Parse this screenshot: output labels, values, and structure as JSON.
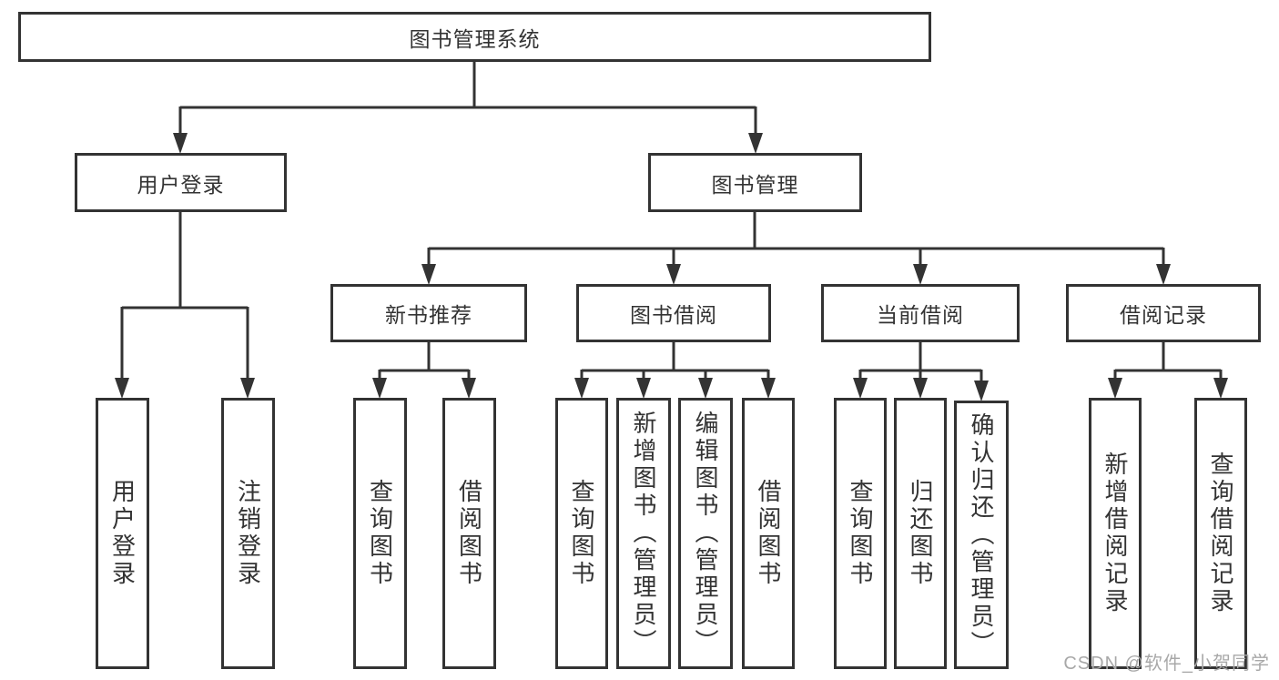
{
  "diagram": {
    "root": {
      "label": "图书管理系统"
    },
    "level2": [
      {
        "label": "用户登录"
      },
      {
        "label": "图书管理"
      }
    ],
    "level3": [
      {
        "label": "新书推荐"
      },
      {
        "label": "图书借阅"
      },
      {
        "label": "当前借阅"
      },
      {
        "label": "借阅记录"
      }
    ],
    "leaves": [
      {
        "label": "用户登录"
      },
      {
        "label": "注销登录"
      },
      {
        "label": "查询图书"
      },
      {
        "label": "借阅图书"
      },
      {
        "label": "查询图书"
      },
      {
        "label": "新增图书（管理员）"
      },
      {
        "label": "编辑图书（管理员）"
      },
      {
        "label": "借阅图书"
      },
      {
        "label": "查询图书"
      },
      {
        "label": "归还图书"
      },
      {
        "label": "确认归还（管理员）"
      },
      {
        "label": "新增借阅记录"
      },
      {
        "label": "查询借阅记录"
      }
    ]
  },
  "watermark": {
    "text": "CSDN @软件_小贺同学"
  },
  "colors": {
    "line": "#333333",
    "text": "#333333",
    "box_background": "#ffffff",
    "watermark": "#a8a8a8",
    "page_background": "#ffffff"
  }
}
